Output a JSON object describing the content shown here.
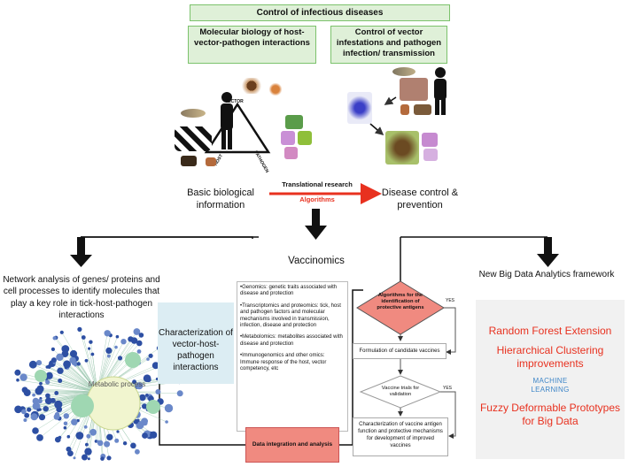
{
  "header": {
    "title": "Control of infectious diseases"
  },
  "molecular_biology": {
    "label": "Molecular biology of host-vector-pathogen interactions"
  },
  "control_vector": {
    "label": "Control of vector infestations and pathogen infection/ transmission"
  },
  "triangle": {
    "vector": "VECTOR",
    "host": "HOST",
    "pathogen": "PATHOGEN"
  },
  "basic_info": {
    "label": "Basic biological information"
  },
  "translational": {
    "label": "Translational research",
    "algorithms": "Algorithms"
  },
  "disease_control": {
    "label": "Disease control & prevention"
  },
  "vaccinomics": {
    "label": "Vaccinomics"
  },
  "network": {
    "label": "Network analysis of genes/ proteins and cell processes to identify molecules that play a key role in tick-host-pathogen interactions"
  },
  "characterization": {
    "label": "Characterization of vector-host-pathogen interactions"
  },
  "omics": {
    "genomics": "•Genomics: genetic traits associated with disease and protection",
    "transcriptomics": "•Transcriptomics and proteomics: tick, host and pathogen factors and molecular mechanisms involved in transmission, infection, disease and protection",
    "metabolomics": "•Metabolomics: metabolites associated with disease and protection",
    "immunogenomics": "•Immunogenomics and other omics: Immune response of the host, vector competency, etc"
  },
  "algorithms_diamond": {
    "label": "Algorithms for the identification of protective antigens",
    "yes": "YES"
  },
  "formulation": {
    "label": "Formulation of candidate vaccines"
  },
  "trials": {
    "label": "Vaccine trials for validation",
    "yes": "YES"
  },
  "char_vaccine": {
    "label": "Characterization of vaccine antigen function and protective mechanisms for development of improved vaccines"
  },
  "data_integration": {
    "label": "Data integration and analysis"
  },
  "big_data": {
    "label": "New Big Data Analytics framework"
  },
  "ml_panel": {
    "random_forest": "Random Forest Extension",
    "hierarchical": "Hierarchical Clustering improvements",
    "machine": "MACHINE",
    "learning": "LEARNING",
    "fuzzy": "Fuzzy Deformable Prototypes for Big Data"
  },
  "network_graph": {
    "center_label": "Metabolic process"
  },
  "colors": {
    "green_fill": "#dff0d8",
    "green_border": "#7cc26c",
    "red": "#e8311f",
    "diamond": "#f08a80",
    "light_blue": "#dcedf3",
    "ml_blue": "#3e86c8"
  }
}
